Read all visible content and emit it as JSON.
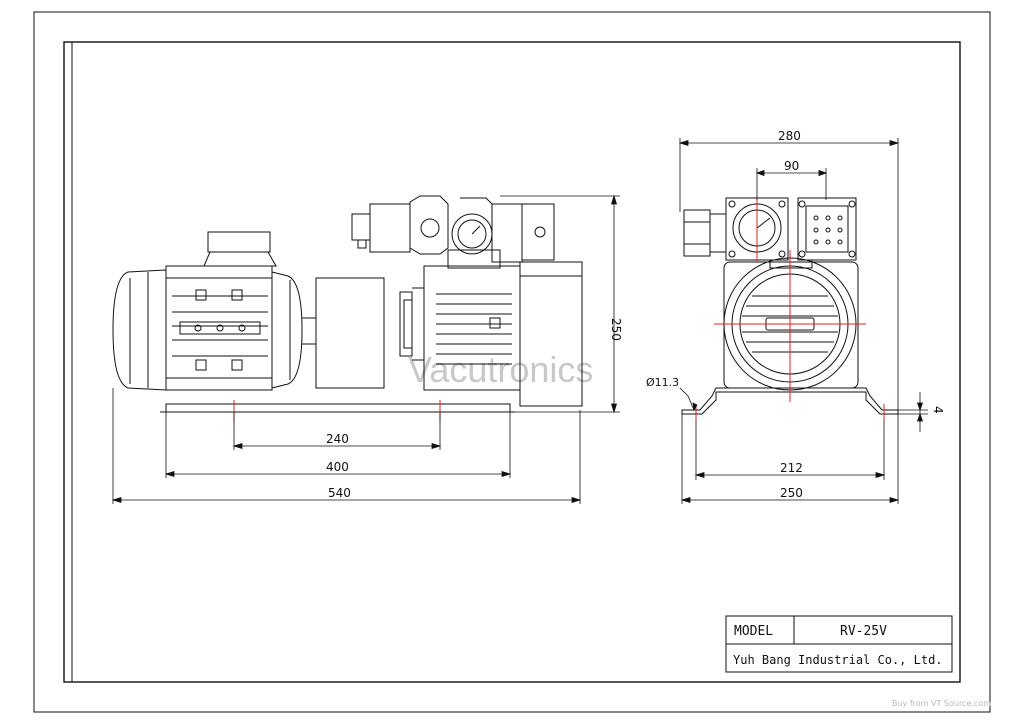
{
  "watermark": "Vacutronics",
  "dimensions": {
    "side_overall_length": "540",
    "side_base_length": "400",
    "side_mount_spacing": "240",
    "side_height": "250",
    "front_overall_width": "280",
    "front_head_spacing": "90",
    "front_base_width": "250",
    "front_mount_spacing": "212",
    "hole_diameter": "Ø11.3",
    "foot_thickness": "4"
  },
  "title_block": {
    "model_label": "MODEL",
    "model_value": "RV-25V",
    "company": "Yuh Bang Industrial Co., Ltd."
  },
  "footer_credit": "Buy from VT Source.com",
  "colors": {
    "line": "#111111",
    "centerline": "#e02020",
    "watermark": "#c8c8c8"
  }
}
